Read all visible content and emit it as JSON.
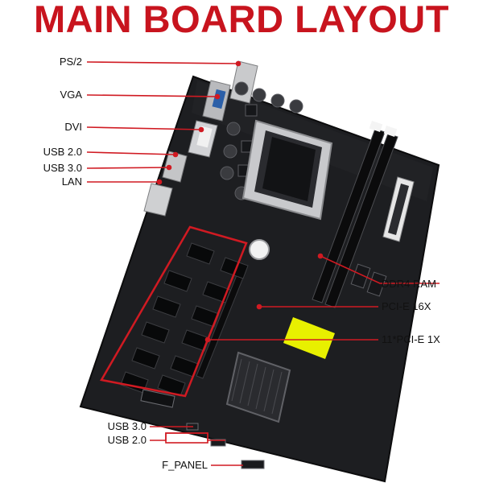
{
  "title": "MAIN BOARD LAYOUT",
  "colors": {
    "title": "#c8141e",
    "callout": "#d01a22",
    "board": "#1f2023",
    "highlight": "#e8f000",
    "label_text": "#111111"
  },
  "labels": {
    "ps2": "PS/2",
    "vga": "VGA",
    "dvi": "DVI",
    "usb20_top": "USB 2.0",
    "usb30_top": "USB 3.0",
    "lan": "LAN",
    "ddr4": "DDR4 RAM",
    "pcie16": "PCI-E  16X",
    "pcie1": "11*PCI-E  1X",
    "usb30_bottom": "USB 3.0",
    "usb20_bottom": "USB 2.0",
    "f_panel": "F_PANEL"
  }
}
